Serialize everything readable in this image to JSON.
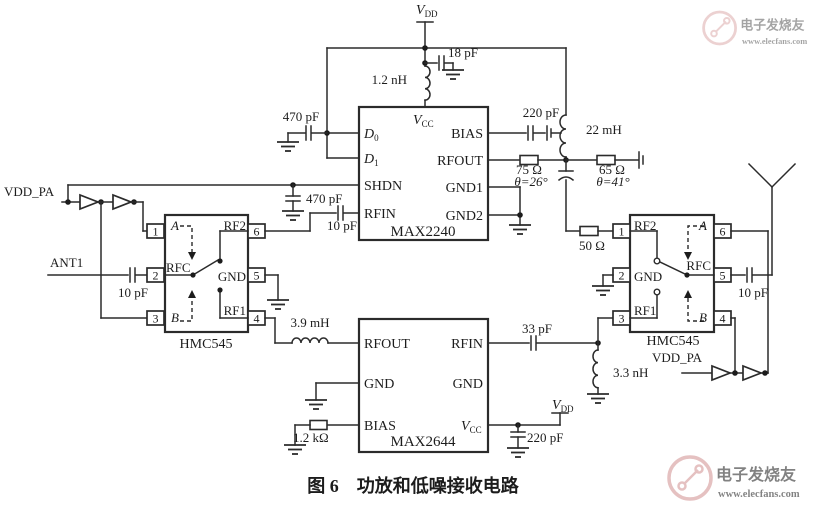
{
  "figure": {
    "caption": "图 6　功放和低噪接收电路"
  },
  "watermark": {
    "brand": "电子发烧友",
    "site": "www.elecfans.com",
    "color": "#d08f8f"
  },
  "nets": {
    "vdd_v": "V",
    "vdd_sub": "DD",
    "vdd2_v": "V",
    "vdd2_sub": "DD",
    "vdd_pa_left": "VDD_PA",
    "ant1": "ANT1"
  },
  "values": {
    "c18": "18 pF",
    "l1_2": "1.2 nH",
    "c470_d": "470 pF",
    "c470_shdn": "470 pF",
    "c10_rfin": "10 pF",
    "c220_bias": "220 pF",
    "l22": "22 mH",
    "r75": "75 Ω",
    "r75_theta": "θ=26°",
    "r65": "65 Ω",
    "r65_theta": "θ=41°",
    "r50": "50 Ω",
    "c10_ant_l": "10 pF",
    "c10_ant_r": "10 pF",
    "l3_9": "3.9 mH",
    "c33": "33 pF",
    "l3_3": "3.3 nH",
    "r1_2k": "1.2 kΩ",
    "c220_vcc": "220 pF"
  },
  "max2240": {
    "name": "MAX2240",
    "vcc_v": "V",
    "vcc_sub": "CC",
    "d0_d": "D",
    "d0_sub": "0",
    "d1_d": "D",
    "d1_sub": "1",
    "shdn": "SHDN",
    "rfin": "RFIN",
    "bias": "BIAS",
    "rfout": "RFOUT",
    "gnd1": "GND1",
    "gnd2": "GND2"
  },
  "max2644": {
    "name": "MAX2644",
    "rfout": "RFOUT",
    "rfin": "RFIN",
    "gnd_left": "GND",
    "gnd_right": "GND",
    "bias": "BIAS",
    "vcc_v": "V",
    "vcc_sub": "CC"
  },
  "hmc545_left": {
    "name": "HMC545",
    "p1": "1",
    "p2": "2",
    "p3": "3",
    "p4": "4",
    "p5": "5",
    "p6": "6",
    "a": "A",
    "b": "B",
    "rfc": "RFC",
    "gnd": "GND",
    "rf1": "RF1",
    "rf2": "RF2"
  },
  "hmc545_right": {
    "name": "HMC545",
    "supply": "VDD_PA",
    "p1": "1",
    "p2": "2",
    "p3": "3",
    "p4": "4",
    "p5": "5",
    "p6": "6",
    "a": "A",
    "b": "B",
    "rfc": "RFC",
    "gnd": "GND",
    "rf1": "RF1",
    "rf2": "RF2"
  }
}
